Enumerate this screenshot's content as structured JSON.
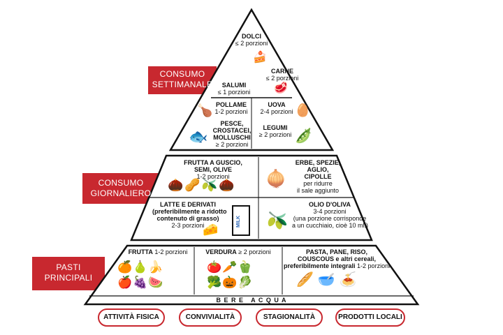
{
  "tags": {
    "weekly": [
      "CONSUMO",
      "SETTIMANALE"
    ],
    "daily": [
      "CONSUMO",
      "GIORNALIERO"
    ],
    "meals": [
      "PASTI",
      "PRINCIPALI"
    ]
  },
  "weekly": {
    "dolci": {
      "name": "DOLCI",
      "portion": "≤ 2 porzioni"
    },
    "carne": {
      "name": "CARNE",
      "portion": "≤ 2 porzioni"
    },
    "salumi": {
      "name": "SALUMI",
      "portion": "≤ 1 porzioni"
    },
    "pollame": {
      "name": "POLLAME",
      "portion": "1-2 porzioni"
    },
    "uova": {
      "name": "UOVA",
      "portion": "2-4 porzioni"
    },
    "pesce": {
      "name": [
        "PESCE,",
        "CROSTACEI,",
        "MOLLUSCHI"
      ],
      "portion": "≥ 2 porzioni"
    },
    "legumi": {
      "name": "LEGUMI",
      "portion": "≥ 2 porzioni"
    }
  },
  "daily": {
    "frutta_guscio": {
      "name": [
        "FRUTTA A GUSCIO,",
        "SEMI, OLIVE"
      ],
      "portion": "1-2 porzioni"
    },
    "erbe": {
      "name": [
        "ERBE, SPEZIE,",
        "AGLIO,",
        "CIPOLLE"
      ],
      "note": [
        "per ridurre",
        "il sale aggiunto"
      ]
    },
    "latte": {
      "name": "LATTE E DERIVATI",
      "note": [
        "(preferibilmente a ridotto",
        "contenuto di grasso)"
      ],
      "portion": "2-3 porzioni"
    },
    "olio": {
      "name": "OLIO D'OLIVA",
      "portion": "3-4 porzioni",
      "note": [
        "(una porzione corrisponde",
        "a un cucchiaio, cioè 10 ml.)"
      ]
    }
  },
  "meals": {
    "frutta": {
      "name": "FRUTTA",
      "portion": "1-2 porzioni"
    },
    "verdura": {
      "name": "VERDURA",
      "portion": "≥ 2 porzioni"
    },
    "pasta": {
      "name": [
        "PASTA, PANE, RISO,",
        "COUSCOUS e altri cereali,",
        "preferibilmente integrali"
      ],
      "portion": "1-2 porzioni"
    }
  },
  "water": "B E R E   A C Q U A",
  "pills": [
    "ATTIVITÀ FISICA",
    "CONVIVIALITÀ",
    "STAGIONALITÀ",
    "PRODOTTI LOCALI"
  ],
  "milk_label": "MILK",
  "icons": [
    "cake-icon",
    "steak-icon",
    "salami-icon",
    "chicken-leg-icon",
    "eggs-icon",
    "fish-icon",
    "peas-pod-icon",
    "nuts-icon",
    "onion-icon",
    "cheese-icon",
    "milk-carton-icon",
    "olive-oil-icon",
    "fruit-icon",
    "vegetables-icon",
    "bread-pasta-icon"
  ],
  "colors": {
    "red": "#c8282f",
    "black": "#111111"
  }
}
